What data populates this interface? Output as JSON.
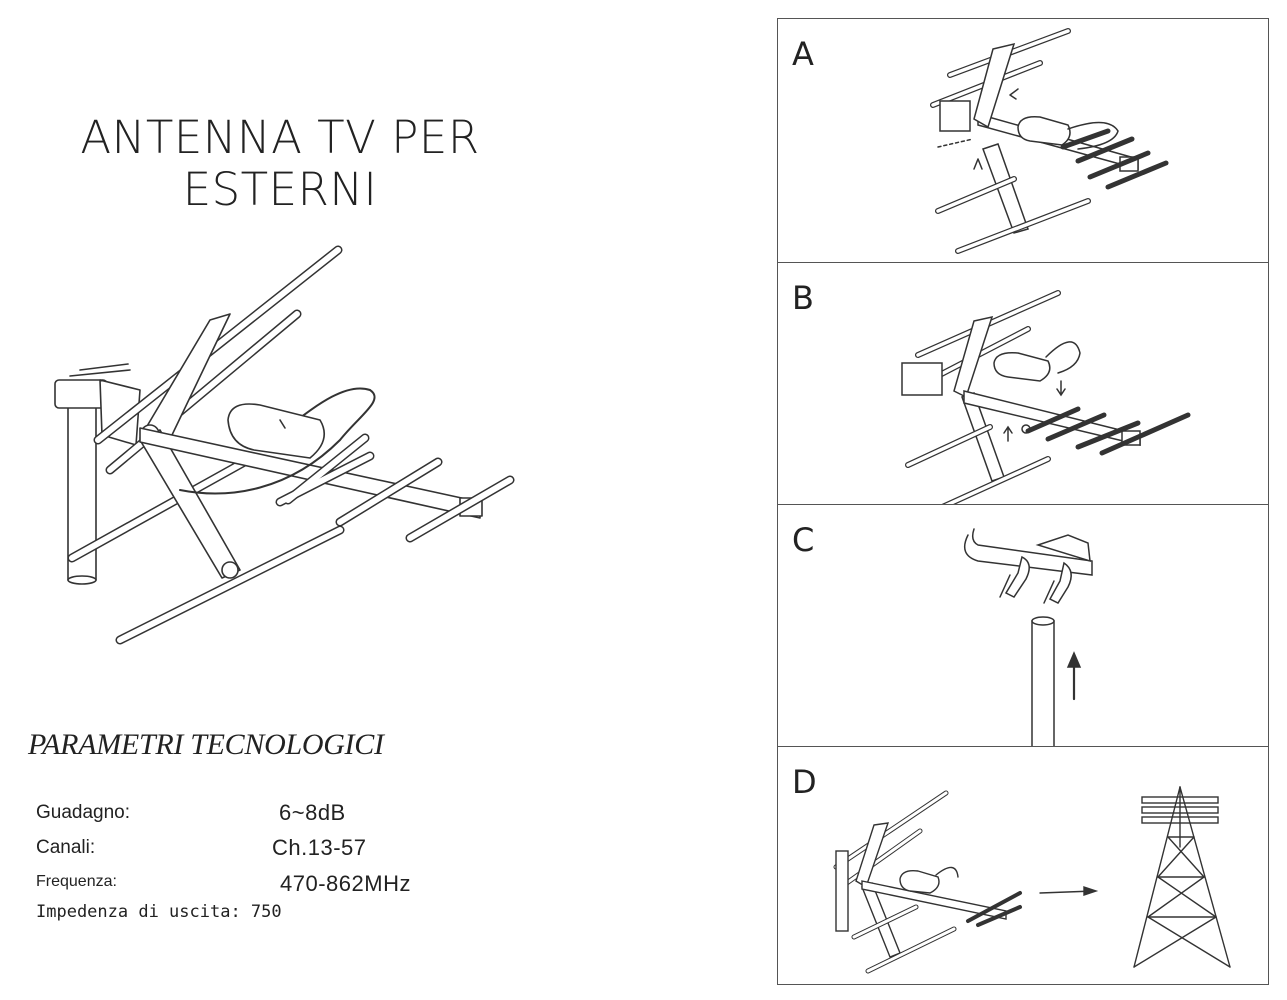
{
  "title": {
    "line1": "ANTENNA TV PER",
    "line2": "ESTERNI"
  },
  "params": {
    "heading": "PARAMETRI TECNOLOGICI",
    "rows": [
      {
        "label": "Guadagno:",
        "value": "6~8dB"
      },
      {
        "label": "Canali:",
        "value": "Ch.13-57"
      },
      {
        "label": "Frequenza:",
        "value": "470-862MHz"
      }
    ],
    "impedance": "Impedenza di uscita: 750"
  },
  "steps": [
    {
      "letter": "A"
    },
    {
      "letter": "B"
    },
    {
      "letter": "C"
    },
    {
      "letter": "D"
    }
  ]
}
